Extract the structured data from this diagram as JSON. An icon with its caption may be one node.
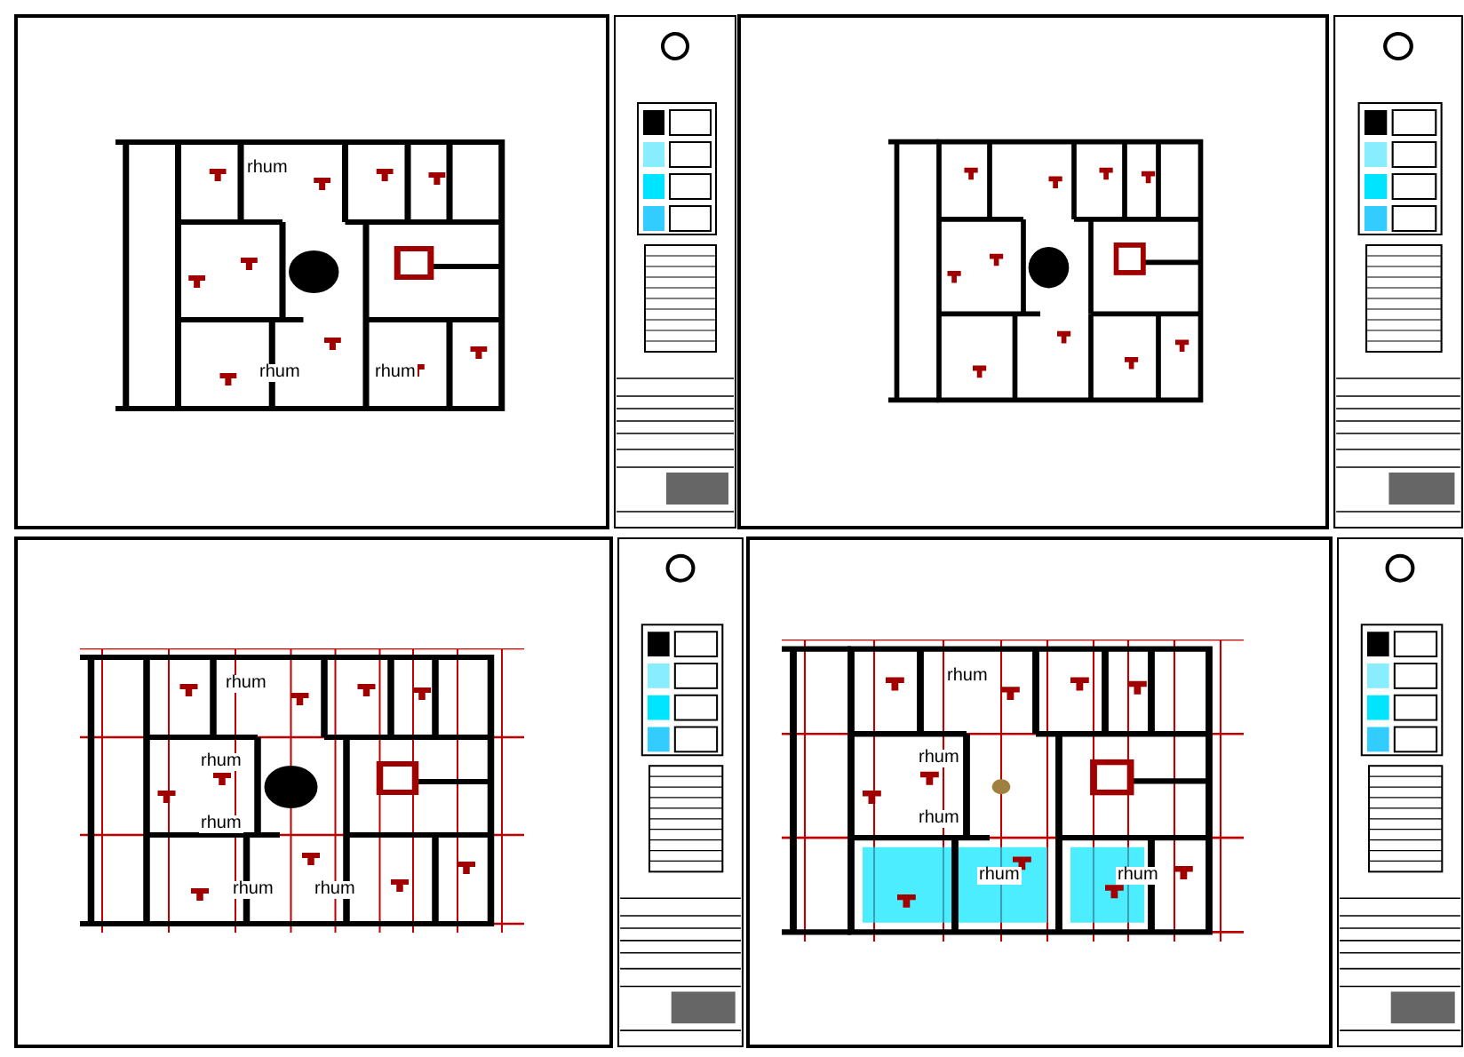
{
  "diagram": {
    "labels": [
      "rhum",
      "rhum",
      "rhum",
      "rhum",
      "rhum",
      "rhum",
      "rhum",
      "rhum",
      "rhum",
      "rhum",
      "rhum",
      "rhum",
      "rhum"
    ]
  }
}
